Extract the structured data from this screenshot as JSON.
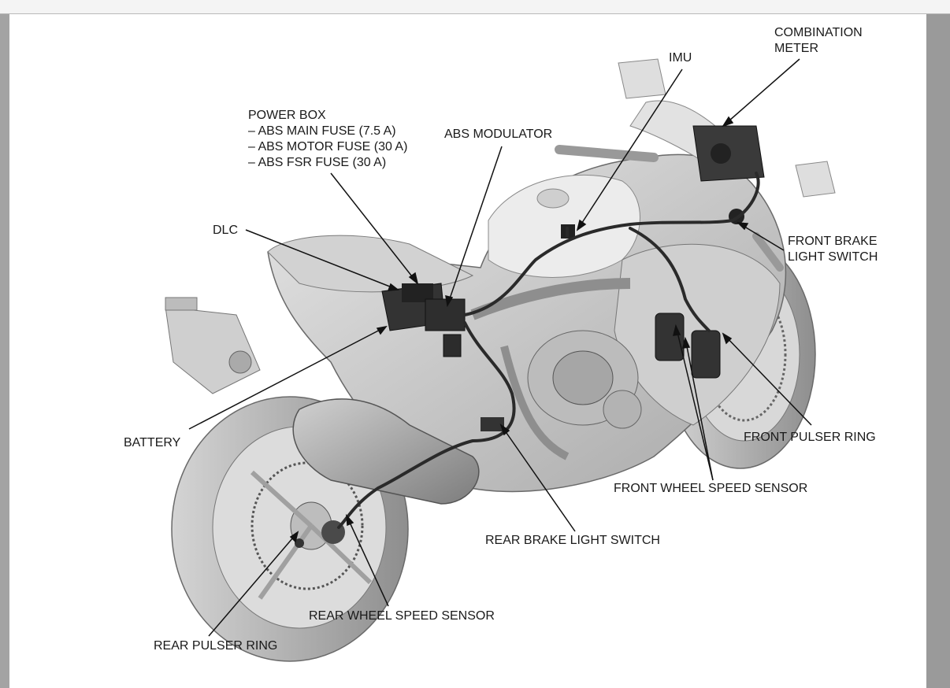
{
  "labels": {
    "combination_meter": [
      "COMBINATION",
      "METER"
    ],
    "imu": "IMU",
    "power_box": {
      "title": "POWER BOX",
      "items": [
        "– ABS MAIN FUSE (7.5 A)",
        "– ABS MOTOR FUSE (30 A)",
        "– ABS FSR FUSE (30 A)"
      ]
    },
    "abs_modulator": "ABS MODULATOR",
    "dlc": "DLC",
    "front_brake_light_switch": [
      "FRONT BRAKE",
      "LIGHT SWITCH"
    ],
    "battery": "BATTERY",
    "front_pulser_ring": "FRONT PULSER RING",
    "front_wheel_speed_sensor": "FRONT WHEEL SPEED SENSOR",
    "rear_brake_light_switch": "REAR BRAKE LIGHT SWITCH",
    "rear_wheel_speed_sensor": "REAR WHEEL SPEED SENSOR",
    "rear_pulser_ring": "REAR PULSER RING"
  },
  "colors": {
    "page": "#ffffff",
    "frame": "#9b9b9b",
    "body_shade": "#c9c9c9",
    "dark_part": "#3a3a3a",
    "leader": "#111111"
  }
}
